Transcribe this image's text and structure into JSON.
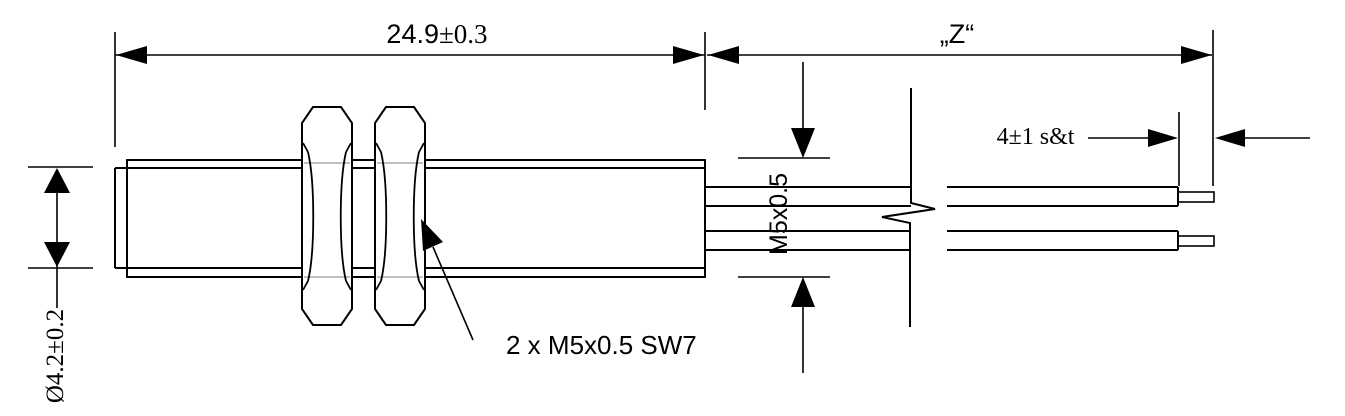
{
  "drawing": {
    "type": "technical-dimension-drawing",
    "labels": {
      "overall_length_value": "24.9",
      "overall_length_tolerance": "±0.3",
      "cable_length": "„Z“",
      "thread_spec": "M5x0.5",
      "diameter": "Ø4.2±0.2",
      "strip_length": "4±1 s&t",
      "nuts_note": "2 x M5x0.5 SW7"
    },
    "colors": {
      "line": "#000000",
      "hidden_line": "#ababab",
      "background": "#ffffff"
    }
  }
}
